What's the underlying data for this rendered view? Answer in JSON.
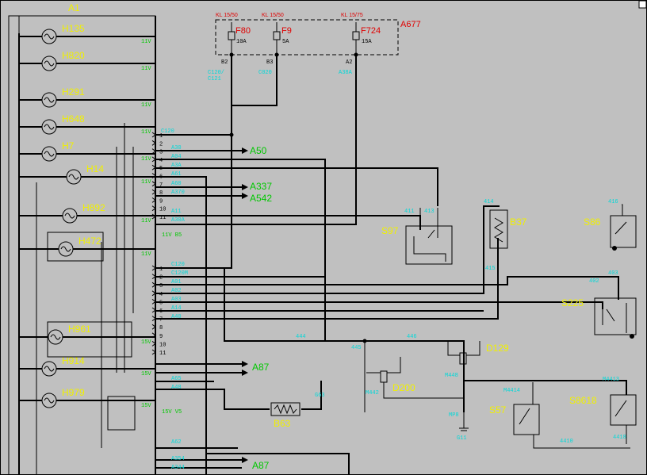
{
  "module": "A1",
  "fuse_box": {
    "name": "A677",
    "fuses": [
      {
        "kl": "KL 15/50",
        "name": "F80",
        "amps": "10A",
        "pin": "B2",
        "wire": "C120/\nC121"
      },
      {
        "kl": "KL 15/50",
        "name": "F9",
        "amps": "5A",
        "pin": "B3",
        "wire": "C020"
      },
      {
        "kl": "KL 15/75",
        "name": "F724",
        "amps": "15A",
        "pin": "A2",
        "wire": "A38A"
      }
    ]
  },
  "components": {
    "lamps": [
      "H135",
      "H820",
      "H291",
      "H648",
      "H7",
      "H14",
      "H892",
      "H472",
      "H961",
      "H914",
      "H979"
    ],
    "a50": "A50",
    "a337": "A337",
    "a542": "A542",
    "a87_top": "A87",
    "a87_bottom": "A87",
    "s97": "S97",
    "b37": "B37",
    "s86": "S86",
    "s225": "S225",
    "d129": "D129",
    "d200": "D200",
    "s57": "S57",
    "s8618": "S8618",
    "b63": "B63"
  },
  "supply_labels": {
    "v11": "11V",
    "v15": "15V",
    "v11_b5": "11V B5",
    "v15_v5": "15V V5"
  },
  "connector_pins": [
    "1",
    "2",
    "3",
    "4",
    "5",
    "6",
    "7",
    "8",
    "9",
    "10",
    "11"
  ],
  "wire_labels": {
    "c120": "C120",
    "a30": "A30",
    "a04": "A04",
    "a3a": "A3A",
    "a61": "A61",
    "a60": "A60",
    "a370": "A370",
    "a11": "A11",
    "a30a": "A30A",
    "c120b": "C120",
    "c120m": "C120M",
    "a01": "A01",
    "a02": "A02",
    "a03": "A03",
    "a14": "A14",
    "a40": "A40",
    "w411": "411",
    "w413": "413",
    "w414": "414",
    "w415": "415",
    "w416": "416",
    "w402": "402",
    "w403": "403",
    "w444": "444",
    "w445": "445",
    "w446": "446",
    "m448": "M448",
    "m442": "M442",
    "m4414": "M4414",
    "m4413": "M4413",
    "w4410": "4410",
    "w4418": "4418",
    "mp8": "MP8",
    "g11": "G11",
    "a62": "A62",
    "a354": "A354",
    "a344": "A344",
    "a65": "A65",
    "a48": "A48",
    "b63w": "G63"
  }
}
